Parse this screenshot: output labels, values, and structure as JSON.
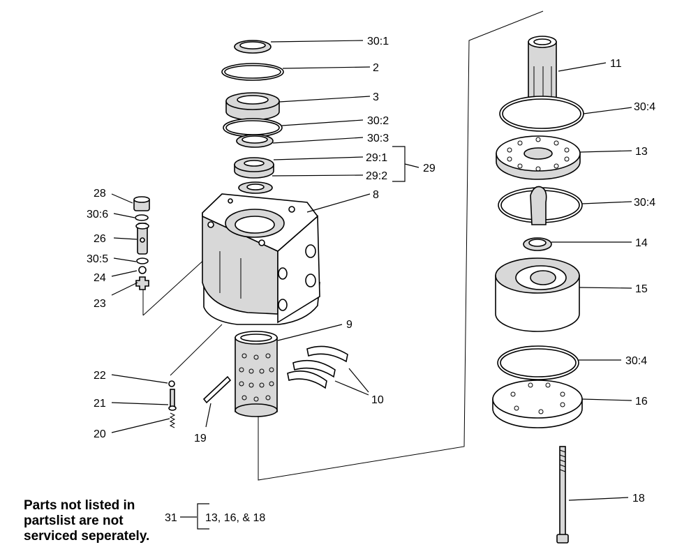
{
  "callouts": {
    "c30_1": "30:1",
    "c2": "2",
    "c3": "3",
    "c30_2": "30:2",
    "c30_3": "30:3",
    "c29_1": "29:1",
    "c29_2": "29:2",
    "c29": "29",
    "c8": "8",
    "c28": "28",
    "c30_6": "30:6",
    "c26": "26",
    "c30_5": "30:5",
    "c24": "24",
    "c23": "23",
    "c9": "9",
    "c10": "10",
    "c22": "22",
    "c21": "21",
    "c20": "20",
    "c19": "19",
    "c11": "11",
    "c30_4a": "30:4",
    "c13": "13",
    "c30_4b": "30:4",
    "c14": "14",
    "c15": "15",
    "c30_4c": "30:4",
    "c16": "16",
    "c18": "18",
    "c31": "31",
    "c31_items": "13, 16, & 18"
  },
  "note": {
    "line1": "Parts not listed in",
    "line2": "partslist are not",
    "line3": "serviced seperately."
  }
}
